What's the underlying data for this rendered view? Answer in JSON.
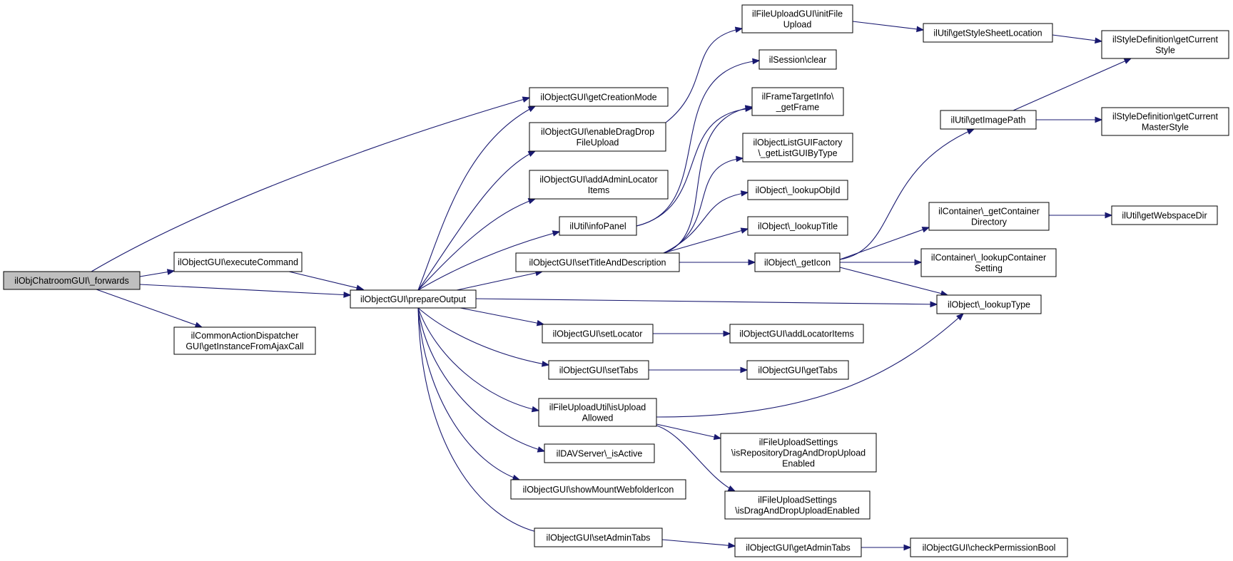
{
  "colors": {
    "edge": "#191970",
    "root_fill": "#bfbfbf",
    "node_fill": "#ffffff",
    "border": "#000000"
  },
  "nodes": [
    {
      "id": "root",
      "lines": [
        "ilObjChatroomGUI\\_forwards"
      ],
      "root": true
    },
    {
      "id": "execCmd",
      "lines": [
        "ilObjectGUI\\executeCommand"
      ]
    },
    {
      "id": "cad",
      "lines": [
        "ilCommonActionDispatcher",
        "GUI\\getInstanceFromAjaxCall"
      ]
    },
    {
      "id": "prepOut",
      "lines": [
        "ilObjectGUI\\prepareOutput"
      ]
    },
    {
      "id": "getCreation",
      "lines": [
        "ilObjectGUI\\getCreationMode"
      ]
    },
    {
      "id": "enableDD",
      "lines": [
        "ilObjectGUI\\enableDragDrop",
        "FileUpload"
      ]
    },
    {
      "id": "addAdminLoc",
      "lines": [
        "ilObjectGUI\\addAdminLocator",
        "Items"
      ]
    },
    {
      "id": "infoPanel",
      "lines": [
        "ilUtil\\infoPanel"
      ]
    },
    {
      "id": "setTitleDesc",
      "lines": [
        "ilObjectGUI\\setTitleAndDescription"
      ]
    },
    {
      "id": "setLocator",
      "lines": [
        "ilObjectGUI\\setLocator"
      ]
    },
    {
      "id": "setTabs",
      "lines": [
        "ilObjectGUI\\setTabs"
      ]
    },
    {
      "id": "isUploadAllowed",
      "lines": [
        "ilFileUploadUtil\\isUpload",
        "Allowed"
      ]
    },
    {
      "id": "davActive",
      "lines": [
        "ilDAVServer\\_isActive"
      ]
    },
    {
      "id": "showMount",
      "lines": [
        "ilObjectGUI\\showMountWebfolderIcon"
      ]
    },
    {
      "id": "setAdminTabs",
      "lines": [
        "ilObjectGUI\\setAdminTabs"
      ]
    },
    {
      "id": "initFileUpload",
      "lines": [
        "ilFileUploadGUI\\initFile",
        "Upload"
      ]
    },
    {
      "id": "sessClear",
      "lines": [
        "ilSession\\clear"
      ]
    },
    {
      "id": "frameTarget",
      "lines": [
        "ilFrameTargetInfo\\",
        "_getFrame"
      ]
    },
    {
      "id": "listGuiFactory",
      "lines": [
        "ilObjectListGUIFactory",
        "\\_getListGUIByType"
      ]
    },
    {
      "id": "lookupObjId",
      "lines": [
        "ilObject\\_lookupObjId"
      ]
    },
    {
      "id": "lookupTitle",
      "lines": [
        "ilObject\\_lookupTitle"
      ]
    },
    {
      "id": "getIcon",
      "lines": [
        "ilObject\\_getIcon"
      ]
    },
    {
      "id": "addLocItems",
      "lines": [
        "ilObjectGUI\\addLocatorItems"
      ]
    },
    {
      "id": "getTabs",
      "lines": [
        "ilObjectGUI\\getTabs"
      ]
    },
    {
      "id": "isRepoDD",
      "lines": [
        "ilFileUploadSettings",
        "\\isRepositoryDragAndDropUpload",
        "Enabled"
      ]
    },
    {
      "id": "isDDEnabled",
      "lines": [
        "ilFileUploadSettings",
        "\\isDragAndDropUploadEnabled"
      ]
    },
    {
      "id": "getAdminTabs",
      "lines": [
        "ilObjectGUI\\getAdminTabs"
      ]
    },
    {
      "id": "checkPerm",
      "lines": [
        "ilObjectGUI\\checkPermissionBool"
      ]
    },
    {
      "id": "styleSheetLoc",
      "lines": [
        "ilUtil\\getStyleSheetLocation"
      ]
    },
    {
      "id": "getImagePath",
      "lines": [
        "ilUtil\\getImagePath"
      ]
    },
    {
      "id": "containerDir",
      "lines": [
        "ilContainer\\_getContainer",
        "Directory"
      ]
    },
    {
      "id": "lookupContSetting",
      "lines": [
        "ilContainer\\_lookupContainer",
        "Setting"
      ]
    },
    {
      "id": "lookupType",
      "lines": [
        "ilObject\\_lookupType"
      ]
    },
    {
      "id": "curStyle",
      "lines": [
        "ilStyleDefinition\\getCurrent",
        "Style"
      ]
    },
    {
      "id": "curMasterStyle",
      "lines": [
        "ilStyleDefinition\\getCurrent",
        "MasterStyle"
      ]
    },
    {
      "id": "webspaceDir",
      "lines": [
        "ilUtil\\getWebspaceDir"
      ]
    }
  ]
}
